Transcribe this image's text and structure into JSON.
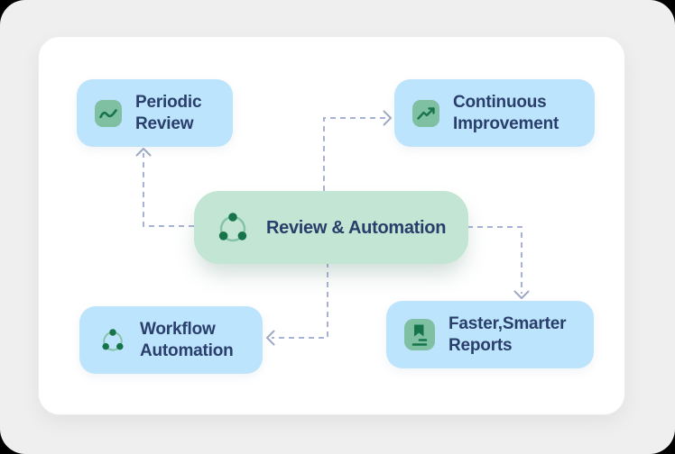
{
  "colors": {
    "page_bg": "#f0efef",
    "panel_bg": "#ffffff",
    "card_blue": "#bde4fd",
    "node_mint": "#c3e5d3",
    "icon_teal": "#7fc0a2",
    "icon_green": "#17744a",
    "arc_green": "#85c3a6",
    "text_navy": "#293e6b",
    "connector": "#a8b2d6"
  },
  "diagram": {
    "center_node": {
      "label": "Review & Automation",
      "icon": "cycle-nodes-icon"
    },
    "nodes": {
      "periodic": {
        "line1": "Periodic",
        "line2": "Review",
        "icon": "trend-line-icon"
      },
      "continuous": {
        "line1": "Continuous",
        "line2": "Improvement",
        "icon": "trending-up-icon"
      },
      "workflow": {
        "line1": "Workflow",
        "line2": "Automation",
        "icon": "cycle-nodes-icon"
      },
      "reports": {
        "line1": "Faster,Smarter",
        "line2": "Reports",
        "icon": "book-bookmark-icon"
      }
    }
  }
}
